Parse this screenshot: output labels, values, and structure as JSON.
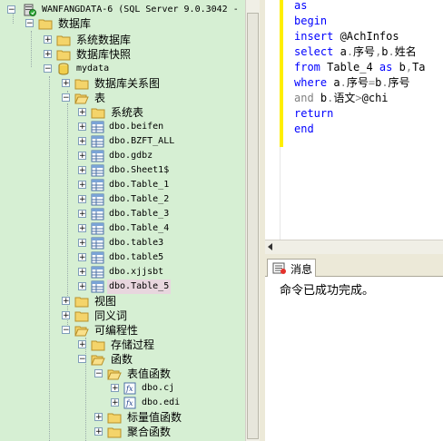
{
  "tree": {
    "server_label": "WANFANGDATA-6 (SQL Server 9.0.3042 - \"",
    "databases_label": "数据库",
    "system_databases_label": "系统数据库",
    "snapshots_label": "数据库快照",
    "db_label": "mydata",
    "diagrams_label": "数据库关系图",
    "tables_label": "表",
    "system_tables_label": "系统表",
    "tables": [
      "dbo.beifen",
      "dbo.BZFT_ALL",
      "dbo.gdbz",
      "dbo.Sheet1$",
      "dbo.Table_1",
      "dbo.Table_2",
      "dbo.Table_3",
      "dbo.Table_4",
      "dbo.table3",
      "dbo.table5",
      "dbo.xjjsbt",
      "dbo.Table_5"
    ],
    "views_label": "视图",
    "synonyms_label": "同义词",
    "programmability_label": "可编程性",
    "stored_procs_label": "存储过程",
    "functions_label": "函数",
    "table_valued_label": "表值函数",
    "functions": [
      "dbo.cj",
      "dbo.edi"
    ],
    "scalar_label": "标量值函数",
    "aggregate_label": "聚合函数"
  },
  "editor": {
    "lines": [
      {
        "parts": [
          {
            "t": "as",
            "c": "kw"
          }
        ]
      },
      {
        "parts": [
          {
            "t": "begin",
            "c": "kw"
          }
        ]
      },
      {
        "parts": [
          {
            "t": "insert ",
            "c": "kw"
          },
          {
            "t": "@AchInfos",
            "c": "blk"
          }
        ]
      },
      {
        "parts": [
          {
            "t": "select ",
            "c": "kw"
          },
          {
            "t": "a",
            "c": "blk"
          },
          {
            "t": ".",
            "c": "gray"
          },
          {
            "t": "序号",
            "c": "blk"
          },
          {
            "t": ",",
            "c": "gray"
          },
          {
            "t": "b",
            "c": "blk"
          },
          {
            "t": ".",
            "c": "gray"
          },
          {
            "t": "姓名",
            "c": "blk"
          }
        ]
      },
      {
        "parts": [
          {
            "t": "from ",
            "c": "kw"
          },
          {
            "t": "Table_4 ",
            "c": "blk"
          },
          {
            "t": "as ",
            "c": "kw"
          },
          {
            "t": "b",
            "c": "blk"
          },
          {
            "t": ",",
            "c": "gray"
          },
          {
            "t": "Ta",
            "c": "blk"
          }
        ]
      },
      {
        "parts": [
          {
            "t": "where ",
            "c": "kw"
          },
          {
            "t": "a",
            "c": "blk"
          },
          {
            "t": ".",
            "c": "gray"
          },
          {
            "t": "序号",
            "c": "blk"
          },
          {
            "t": "=",
            "c": "gray"
          },
          {
            "t": "b",
            "c": "blk"
          },
          {
            "t": ".",
            "c": "gray"
          },
          {
            "t": "序号",
            "c": "blk"
          }
        ]
      },
      {
        "parts": [
          {
            "t": "and ",
            "c": "gray"
          },
          {
            "t": "b",
            "c": "blk"
          },
          {
            "t": ".",
            "c": "gray"
          },
          {
            "t": "语文",
            "c": "blk"
          },
          {
            "t": ">",
            "c": "gray"
          },
          {
            "t": "@chi",
            "c": "blk"
          }
        ]
      },
      {
        "parts": [
          {
            "t": "return",
            "c": "kw"
          }
        ]
      },
      {
        "parts": [
          {
            "t": "end",
            "c": "kw"
          }
        ]
      }
    ]
  },
  "results": {
    "tab_label": "消息",
    "message": "命令已成功完成。"
  },
  "colors": {
    "keyword": "#0000ff",
    "operator": "#808080",
    "tree_bg": "#d6efd3",
    "selection": "#e8d6de"
  }
}
